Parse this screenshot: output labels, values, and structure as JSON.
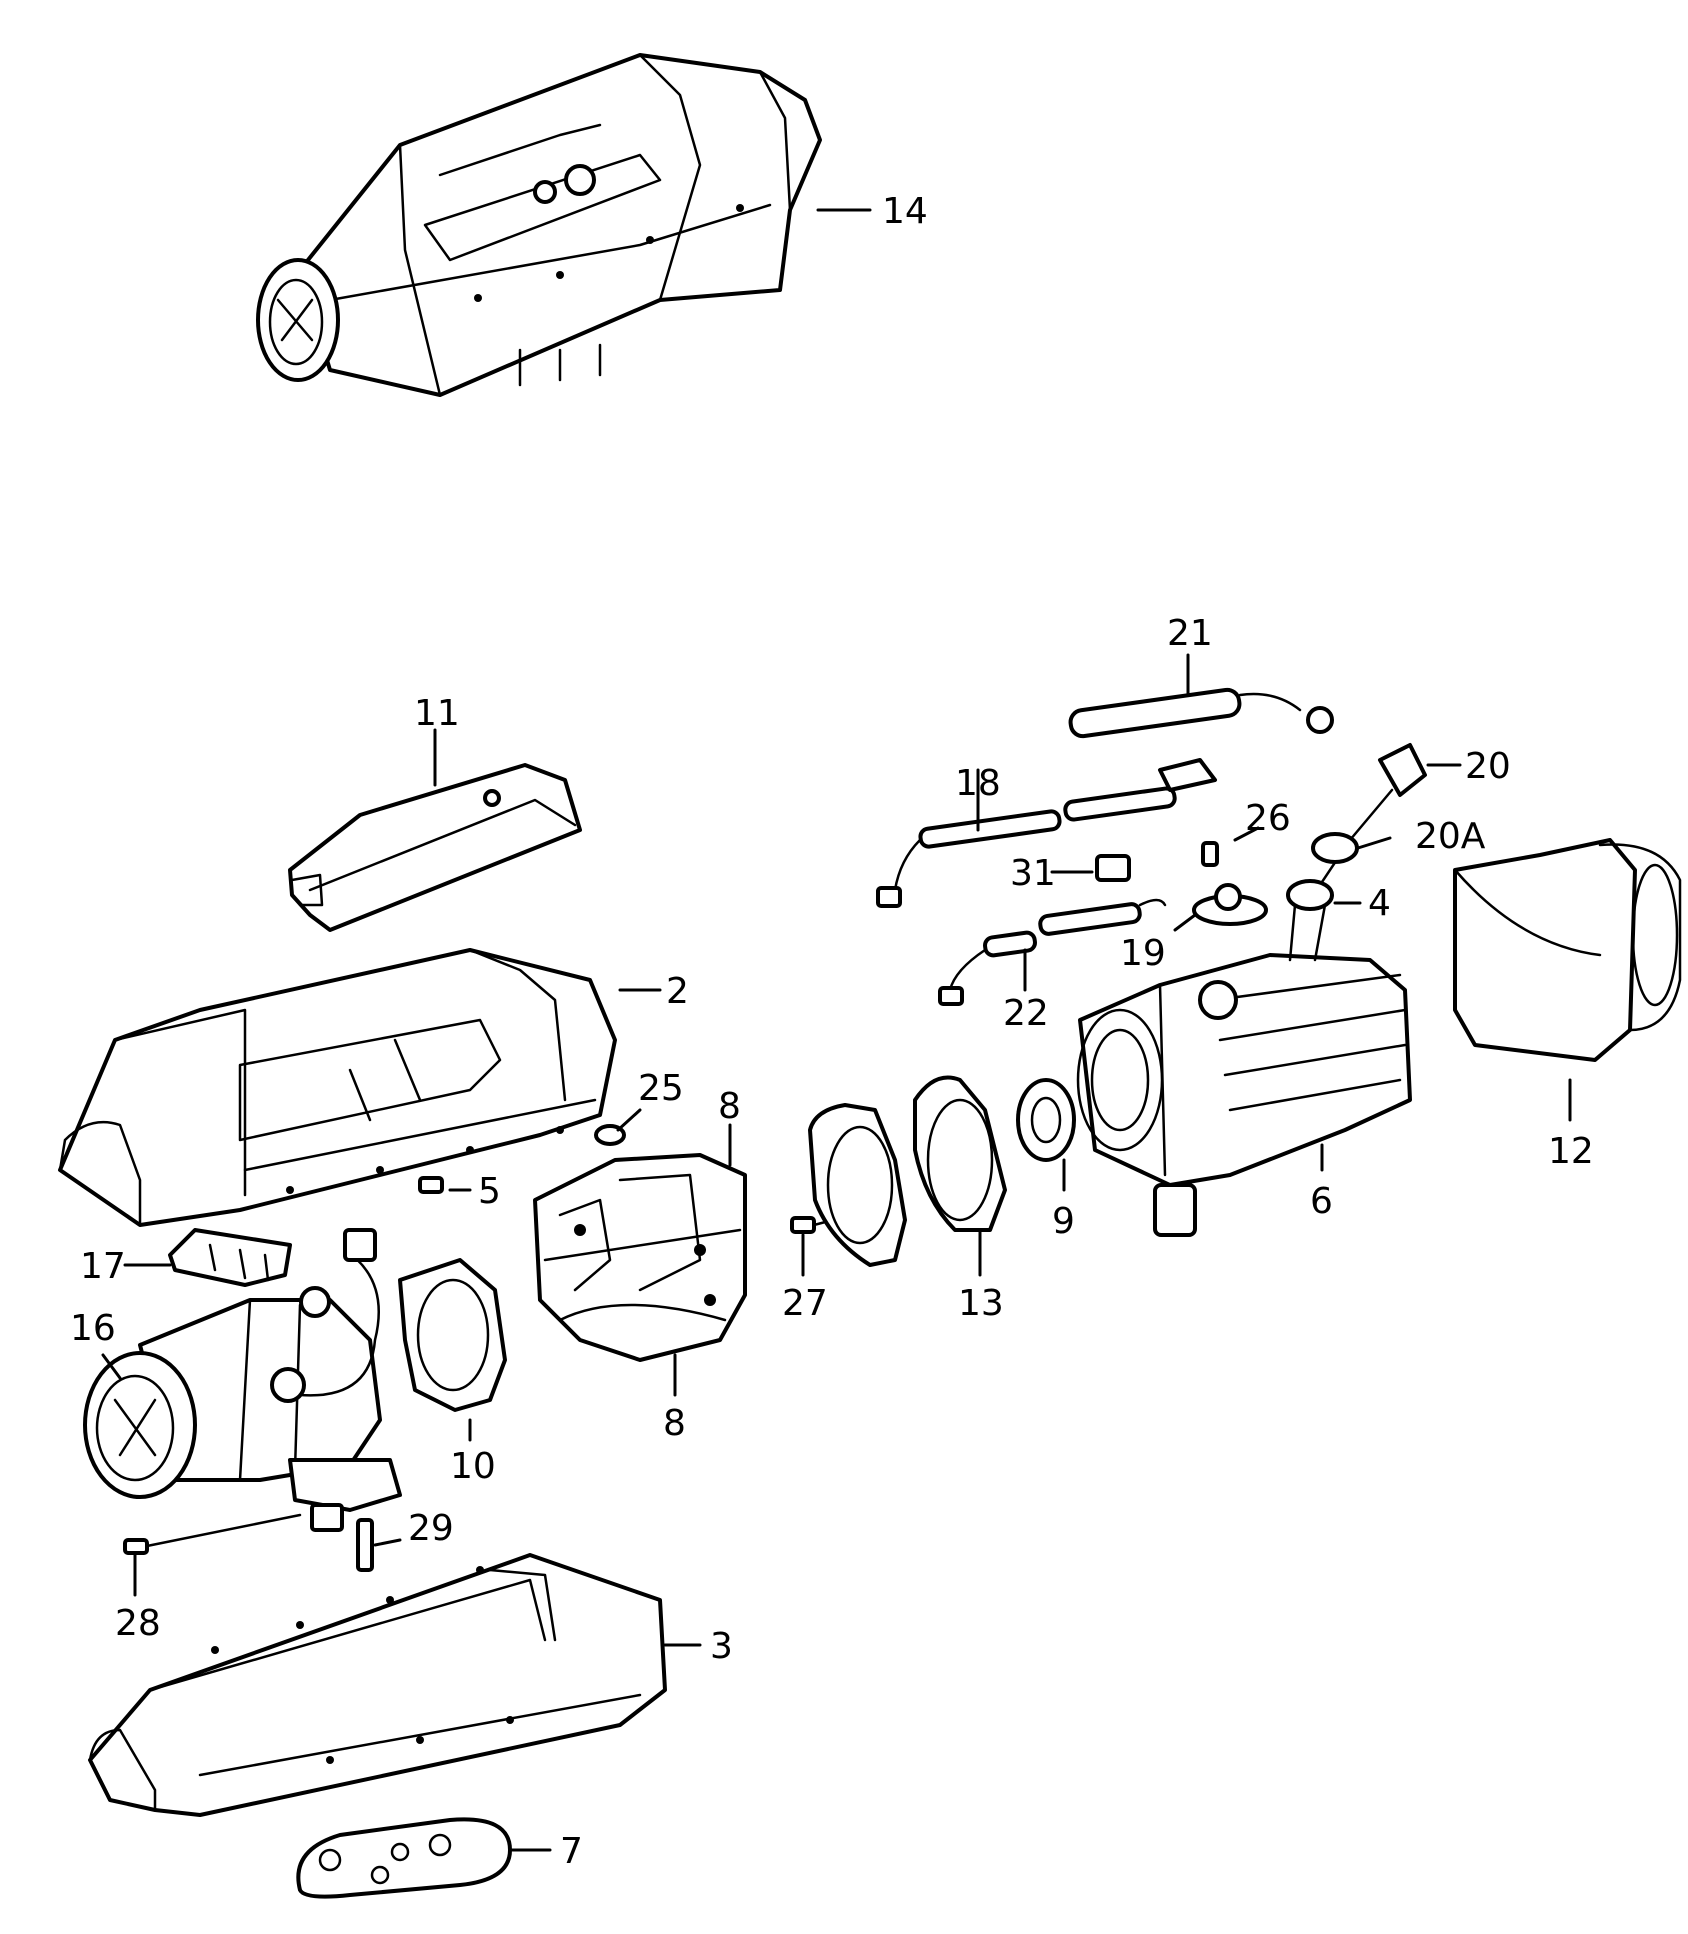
{
  "callouts": {
    "c14": "14",
    "c11": "11",
    "c2": "2",
    "c5": "5",
    "c25": "25",
    "c8_top": "8",
    "c8_bottom": "8",
    "c17": "17",
    "c16": "16",
    "c10": "10",
    "c29": "29",
    "c28": "28",
    "c3": "3",
    "c7": "7",
    "c27": "27",
    "c13": "13",
    "c9": "9",
    "c6": "6",
    "c12": "12",
    "c21": "21",
    "c18": "18",
    "c20": "20",
    "c20a": "20A",
    "c26": "26",
    "c31": "31",
    "c4": "4",
    "c19": "19",
    "c22": "22"
  }
}
